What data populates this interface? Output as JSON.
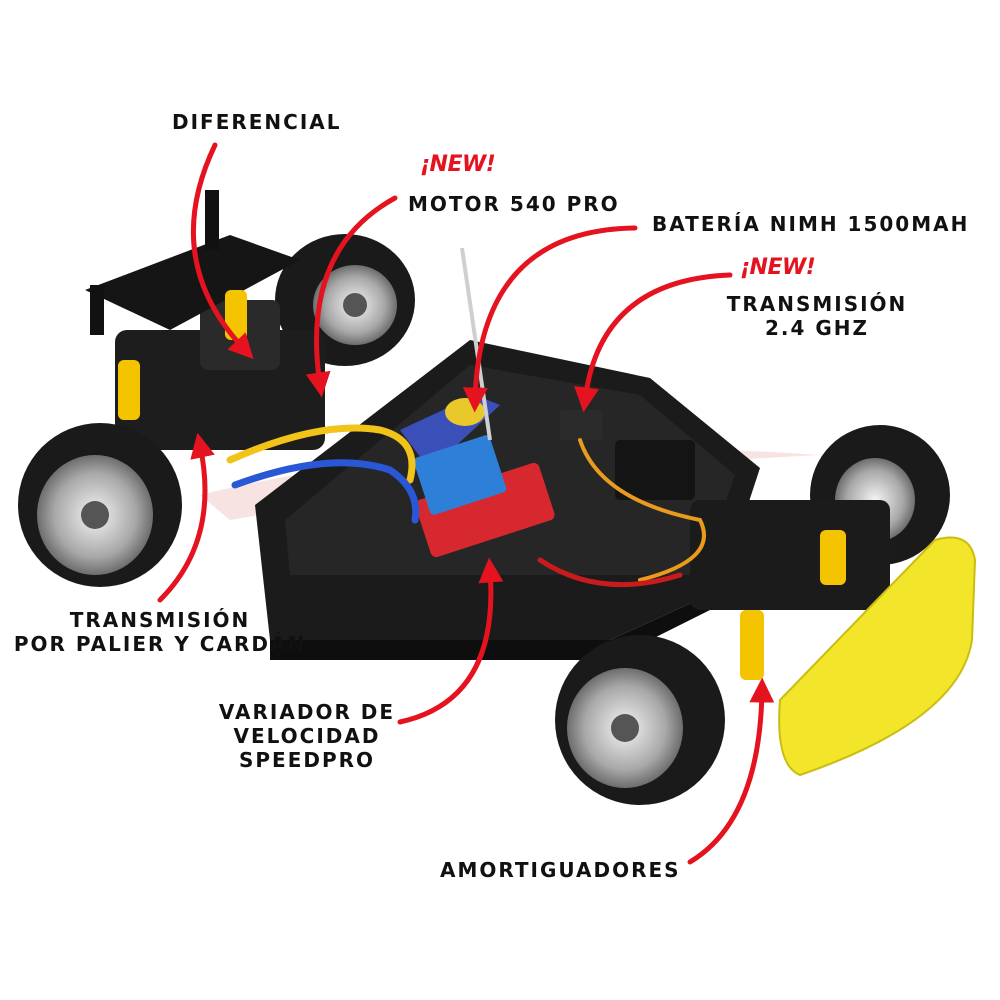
{
  "badges": {
    "new_motor": "¡NEW!",
    "new_transmission": "¡NEW!"
  },
  "labels": {
    "diferencial": "DIFERENCIAL",
    "motor": "MOTOR 540 PRO",
    "bateria": "BATERÍA NIMH 1500MAH",
    "transmision_radio_line1": "TRANSMISIÓN",
    "transmision_radio_line2": "2.4 GHZ",
    "transmision_palier_line1": "TRANSMISIÓN",
    "transmision_palier_line2": "POR PALIER Y CARDÁN",
    "variador_line1": "VARIADOR DE",
    "variador_line2": "VELOCIDAD",
    "variador_line3": "SPEEDPRO",
    "amortiguadores": "AMORTIGUADORES"
  },
  "colors": {
    "arrow": "#e4131f",
    "chassis": "#1b1b1b",
    "bumper": "#f2e52a",
    "esc": "#d8282f",
    "heatsink": "#2e7fd8",
    "springs": "#f5c400",
    "wire_yellow": "#f2c318",
    "wire_blue": "#2a57d6"
  },
  "icons": {
    "arrow": "red-curved-arrow-icon"
  }
}
